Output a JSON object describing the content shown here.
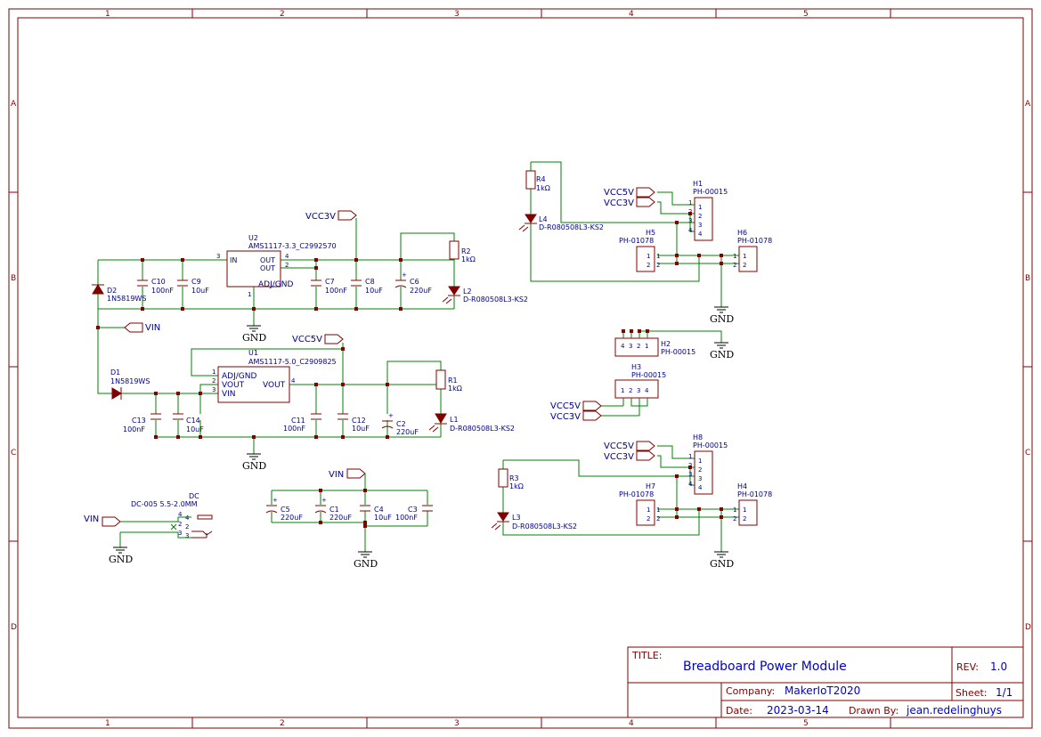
{
  "zones": {
    "columns": [
      "1",
      "2",
      "3",
      "4",
      "5"
    ],
    "rows": [
      "A",
      "B",
      "C",
      "D"
    ]
  },
  "title_block": {
    "title_label": "TITLE:",
    "title": "Breadboard Power Module",
    "rev_label": "REV:",
    "rev": "1.0",
    "company_label": "Company:",
    "company": "MakerIoT2020",
    "sheet_label": "Sheet:",
    "sheet": "1/1",
    "date_label": "Date:",
    "date": "2023-03-14",
    "drawn_label": "Drawn By:",
    "drawn_by": "jean.redelinghuys"
  },
  "nets": {
    "vcc3v": "VCC3V",
    "vcc5v": "VCC5V",
    "vin": "VIN",
    "gnd": "GND"
  },
  "regulators": {
    "u2": {
      "ref": "U2",
      "part": "AMS1117-3.3_C2992570",
      "in": "IN",
      "out": "OUT",
      "adj": "ADJ/GND",
      "p1": "1",
      "p2": "2",
      "p3": "3",
      "p4": "4"
    },
    "u1": {
      "ref": "U1",
      "part": "AMS1117-5.0_C2909825",
      "adj": "ADJ/GND",
      "vout": "VOUT",
      "vin": "VIN",
      "vout2": "VOUT",
      "p1": "1",
      "p2": "2",
      "p3": "3",
      "p4": "4"
    }
  },
  "capacitors": {
    "c10": {
      "ref": "C10",
      "val": "100nF"
    },
    "c9": {
      "ref": "C9",
      "val": "10uF"
    },
    "c7": {
      "ref": "C7",
      "val": "100nF"
    },
    "c8": {
      "ref": "C8",
      "val": "10uF"
    },
    "c6": {
      "ref": "C6",
      "val": "220uF"
    },
    "c13": {
      "ref": "C13",
      "val": "100nF"
    },
    "c14": {
      "ref": "C14",
      "val": "10uF"
    },
    "c11": {
      "ref": "C11",
      "val": "100nF"
    },
    "c12": {
      "ref": "C12",
      "val": "10uF"
    },
    "c2": {
      "ref": "C2",
      "val": "220uF"
    },
    "c5": {
      "ref": "C5",
      "val": "220uF"
    },
    "c1": {
      "ref": "C1",
      "val": "220uF"
    },
    "c4": {
      "ref": "C4",
      "val": "10uF"
    },
    "c3": {
      "ref": "C3",
      "val": "100nF"
    }
  },
  "diodes": {
    "d2": {
      "ref": "D2",
      "part": "1N5819WS"
    },
    "d1": {
      "ref": "D1",
      "part": "1N5819WS"
    }
  },
  "resistors": {
    "r2": {
      "ref": "R2",
      "val": "1kΩ"
    },
    "r1": {
      "ref": "R1",
      "val": "1kΩ"
    },
    "r4": {
      "ref": "R4",
      "val": "1kΩ"
    },
    "r3": {
      "ref": "R3",
      "val": "1kΩ"
    }
  },
  "leds": {
    "l2": {
      "ref": "L2",
      "part": "D-R080508L3-KS2"
    },
    "l1": {
      "ref": "L1",
      "part": "D-R080508L3-KS2"
    },
    "l4": {
      "ref": "L4",
      "part": "D-R080508L3-KS2"
    },
    "l3": {
      "ref": "L3",
      "part": "D-R080508L3-KS2"
    }
  },
  "headers": {
    "h1": {
      "ref": "H1",
      "part": "PH-00015"
    },
    "h5": {
      "ref": "H5",
      "part": "PH-01078"
    },
    "h6": {
      "ref": "H6",
      "part": "PH-01078"
    },
    "h2": {
      "ref": "H2",
      "part": "PH-00015"
    },
    "h3": {
      "ref": "H3",
      "part": "PH-00015"
    },
    "h8": {
      "ref": "H8",
      "part": "PH-00015"
    },
    "h7": {
      "ref": "H7",
      "part": "PH-01078"
    },
    "h4": {
      "ref": "H4",
      "part": "PH-01078"
    }
  },
  "dc_jack": {
    "ref": "DC",
    "part": "DC-005 5.5-2.0MM",
    "p2": "2",
    "p3": "3",
    "p4": "4"
  },
  "pins": {
    "one": "1",
    "two": "2",
    "three": "3",
    "four": "4"
  }
}
